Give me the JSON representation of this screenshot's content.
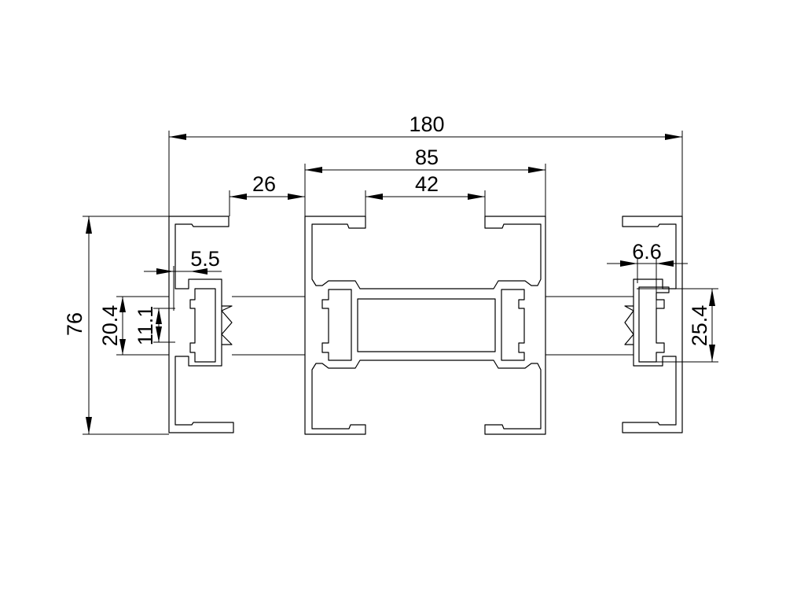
{
  "drawing": {
    "title": "Aluminium profile cross-section with dimensions",
    "dimensions": {
      "overall_width": "180",
      "center_width": "85",
      "center_opening": "42",
      "side_gap": "26",
      "height": "76",
      "left_slot_height": "20.4",
      "left_slot_opening": "11.1",
      "left_offset": "5.5",
      "right_offset": "6.6",
      "right_slot_height": "25.4"
    },
    "colors": {
      "line": "#000000",
      "background": "#ffffff"
    }
  }
}
